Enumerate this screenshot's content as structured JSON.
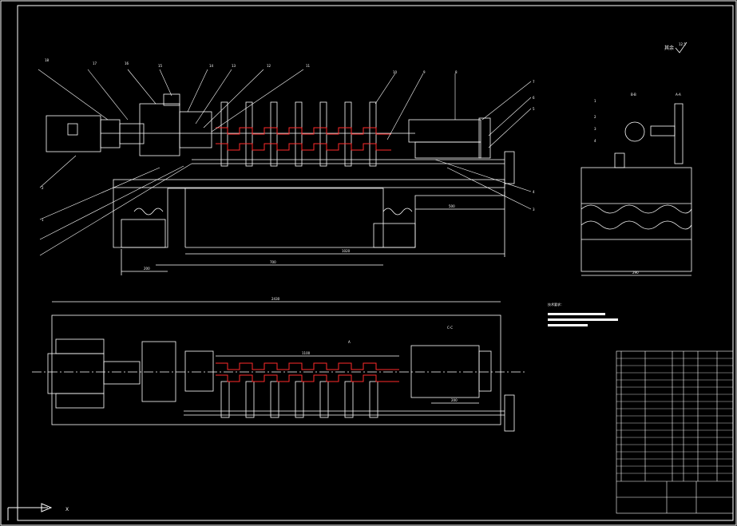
{
  "colors": {
    "background": "#000000",
    "line": "#ffffff",
    "highlight": "#ff2a2a"
  },
  "sheet": {
    "roughness_mark": "其余",
    "roughness_value": "12.5"
  },
  "section_labels": {
    "bb": "B-B",
    "aa": "A-A",
    "cc": "C-C",
    "a": "A"
  },
  "dimensions": {
    "front_base_left": "200",
    "front_base_mid": "700",
    "front_base_wide": "1020",
    "front_right": "500",
    "side_width": "290",
    "plan_overall": "2430",
    "plan_chain": "1100",
    "plan_cylinder": "200"
  },
  "notes": {
    "title": "技术要求："
  },
  "axis_marker": "X",
  "balloons": [
    "18",
    "17",
    "16",
    "15",
    "14",
    "13",
    "12",
    "11",
    "10",
    "9",
    "8",
    "7",
    "6",
    "5",
    "4",
    "3",
    "2",
    "1"
  ],
  "side_balloons": [
    "1",
    "2",
    "3",
    "4"
  ]
}
